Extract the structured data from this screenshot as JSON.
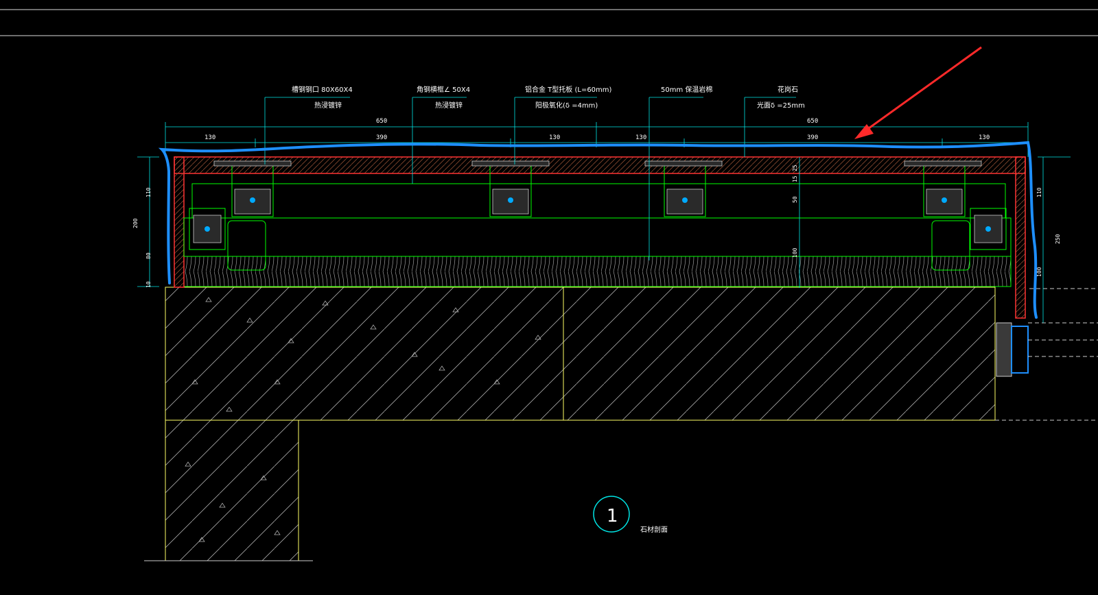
{
  "labels": {
    "steel_channel": "槽钢钢口 80X60X4",
    "steel_channel_note": "热浸镀锌",
    "angle_steel": "角钢横框∠ 50X4",
    "angle_steel_note": "热浸镀锌",
    "al_connector": "铝合金 T型托板 (L=60mm)",
    "al_connector_note": "阳极氧化(δ =4mm)",
    "insulation": "50mm 保温岩棉",
    "granite": "花岗石",
    "granite_note": "光面δ =25mm"
  },
  "dims_top_total": [
    "650",
    "650"
  ],
  "dims_top_parts": [
    "130",
    "390",
    "130",
    "130",
    "390",
    "130"
  ],
  "dims_left": [
    "110",
    "200",
    "80",
    "10"
  ],
  "dims_right": [
    "110",
    "250",
    "100"
  ],
  "dims_mid": [
    "25",
    "15",
    "50",
    "100"
  ],
  "section": {
    "number": "1",
    "title": "石材剖面"
  },
  "colors": {
    "frame": "#00ff00",
    "dimension": "#00e5e5",
    "concrete": "#ffff66",
    "stone": "#ff3333",
    "markup": "#1e8fff",
    "arrow": "#ff2a2a"
  }
}
